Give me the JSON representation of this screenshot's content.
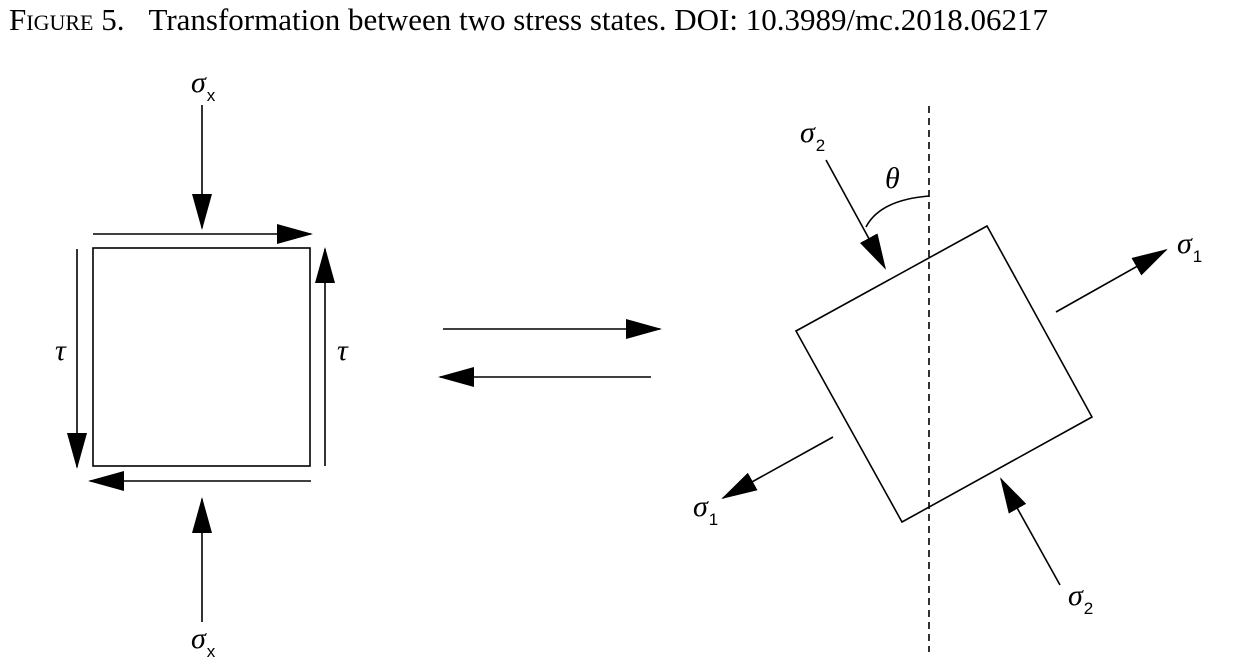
{
  "caption": {
    "label": "Figure 5.",
    "text": "Transformation between two stress states. DOI: 10.3989/mc.2018.06217"
  },
  "left_state": {
    "sigma_symbol": "σ",
    "sigma_subscript": "x",
    "tau_symbol": "τ"
  },
  "right_state": {
    "sigma_symbol": "σ",
    "sigma1_subscript": "1",
    "sigma2_subscript": "2",
    "theta_symbol": "θ"
  },
  "colors": {
    "stroke": "#000000",
    "background": "#ffffff"
  }
}
